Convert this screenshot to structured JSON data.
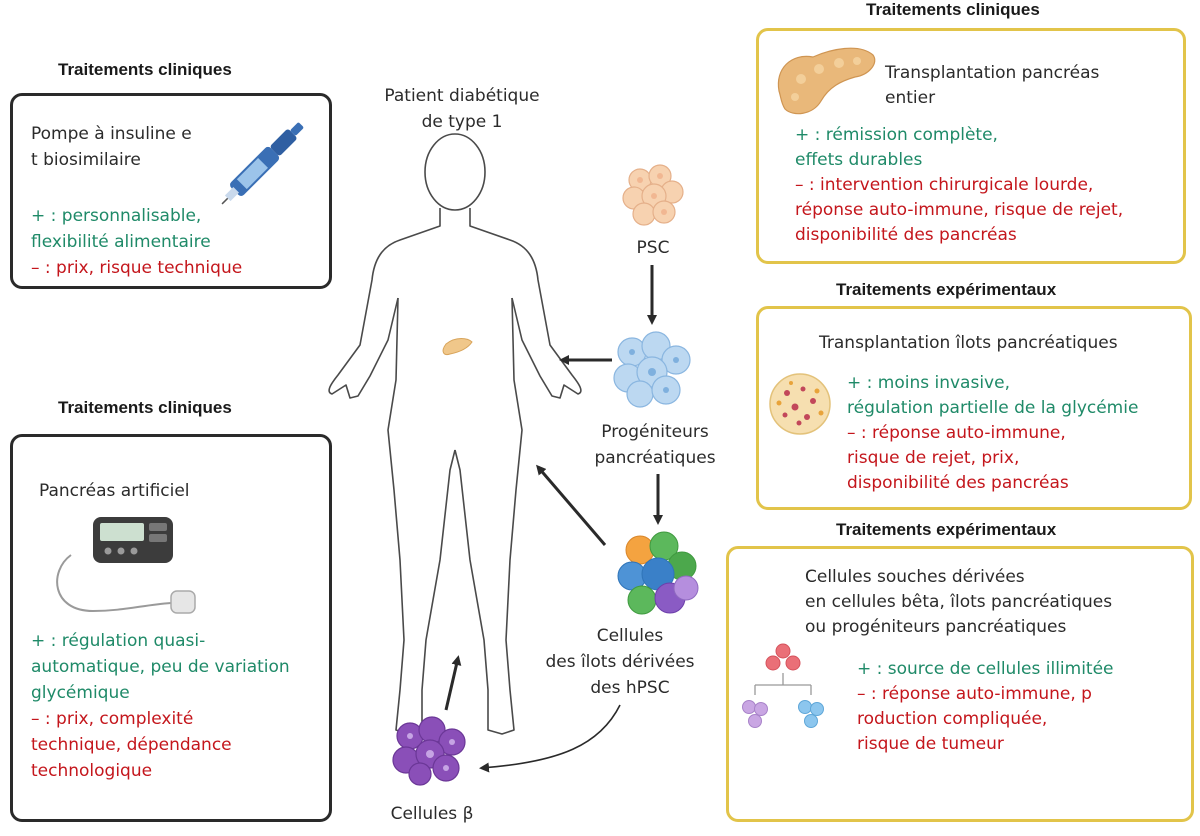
{
  "colors": {
    "pro": "#1f8a68",
    "con": "#c4161c",
    "clinical_border": "#2a2a2a",
    "experimental_border": "#e2c44a"
  },
  "center": {
    "patient_line1": "Patient diabétique",
    "patient_line2": "de type 1",
    "psc": "PSC",
    "progenitors_line1": "Progéniteurs",
    "progenitors_line2": "pancréatiques",
    "islets_line1": "Cellules",
    "islets_line2": "des îlots dérivées",
    "islets_line3": "des hPSC",
    "beta": "Cellules β"
  },
  "pump_panel": {
    "header": "Traitements cliniques",
    "title_line1": "Pompe à insuline e",
    "title_line2": "t biosimilaire",
    "pro_line1": "+ : personnalisable,",
    "pro_line2": "flexibilité alimentaire",
    "con_line1": "– : prix, risque technique",
    "icon": "insulin-pen-icon"
  },
  "artificial_panel": {
    "header": "Traitements cliniques",
    "title": "Pancréas artificiel",
    "pro_line1": "+ : régulation quasi-",
    "pro_line2": "automatique, peu de variation",
    "pro_line3": "glycémique",
    "con_line1": "– : prix, complexité",
    "con_line2": "technique, dépendance",
    "con_line3": "technologique",
    "icon": "insulin-pump-device-icon"
  },
  "transplant_panel": {
    "header": "Traitements cliniques",
    "title_line1": "Transplantation pancréas",
    "title_line2": "entier",
    "pro_line1": "+ : rémission complète,",
    "pro_line2": "effets durables",
    "con_line1": "– : intervention chirurgicale lourde,",
    "con_line2": "réponse auto-immune, risque de rejet,",
    "con_line3": "disponibilité des pancréas",
    "icon": "pancreas-icon"
  },
  "islet_panel": {
    "header": "Traitements expérimentaux",
    "title": "Transplantation îlots pancréatiques",
    "pro_line1": "+ : moins invasive,",
    "pro_line2": "régulation partielle de la glycémie",
    "con_line1": "– : réponse auto-immune,",
    "con_line2": "risque de rejet, prix,",
    "con_line3": "disponibilité des pancréas",
    "icon": "islet-cluster-icon"
  },
  "stemcell_panel": {
    "header": "Traitements expérimentaux",
    "title_line1": "Cellules souches dérivées",
    "title_line2": "en cellules bêta, îlots pancréatiques",
    "title_line3": "ou progéniteurs pancréatiques",
    "pro_line1": "+ : source de cellules illimitée",
    "con_line1": "– : réponse auto-immune, p",
    "con_line2": "roduction compliquée,",
    "con_line3": "risque de tumeur",
    "icon": "cell-differentiation-icon"
  }
}
